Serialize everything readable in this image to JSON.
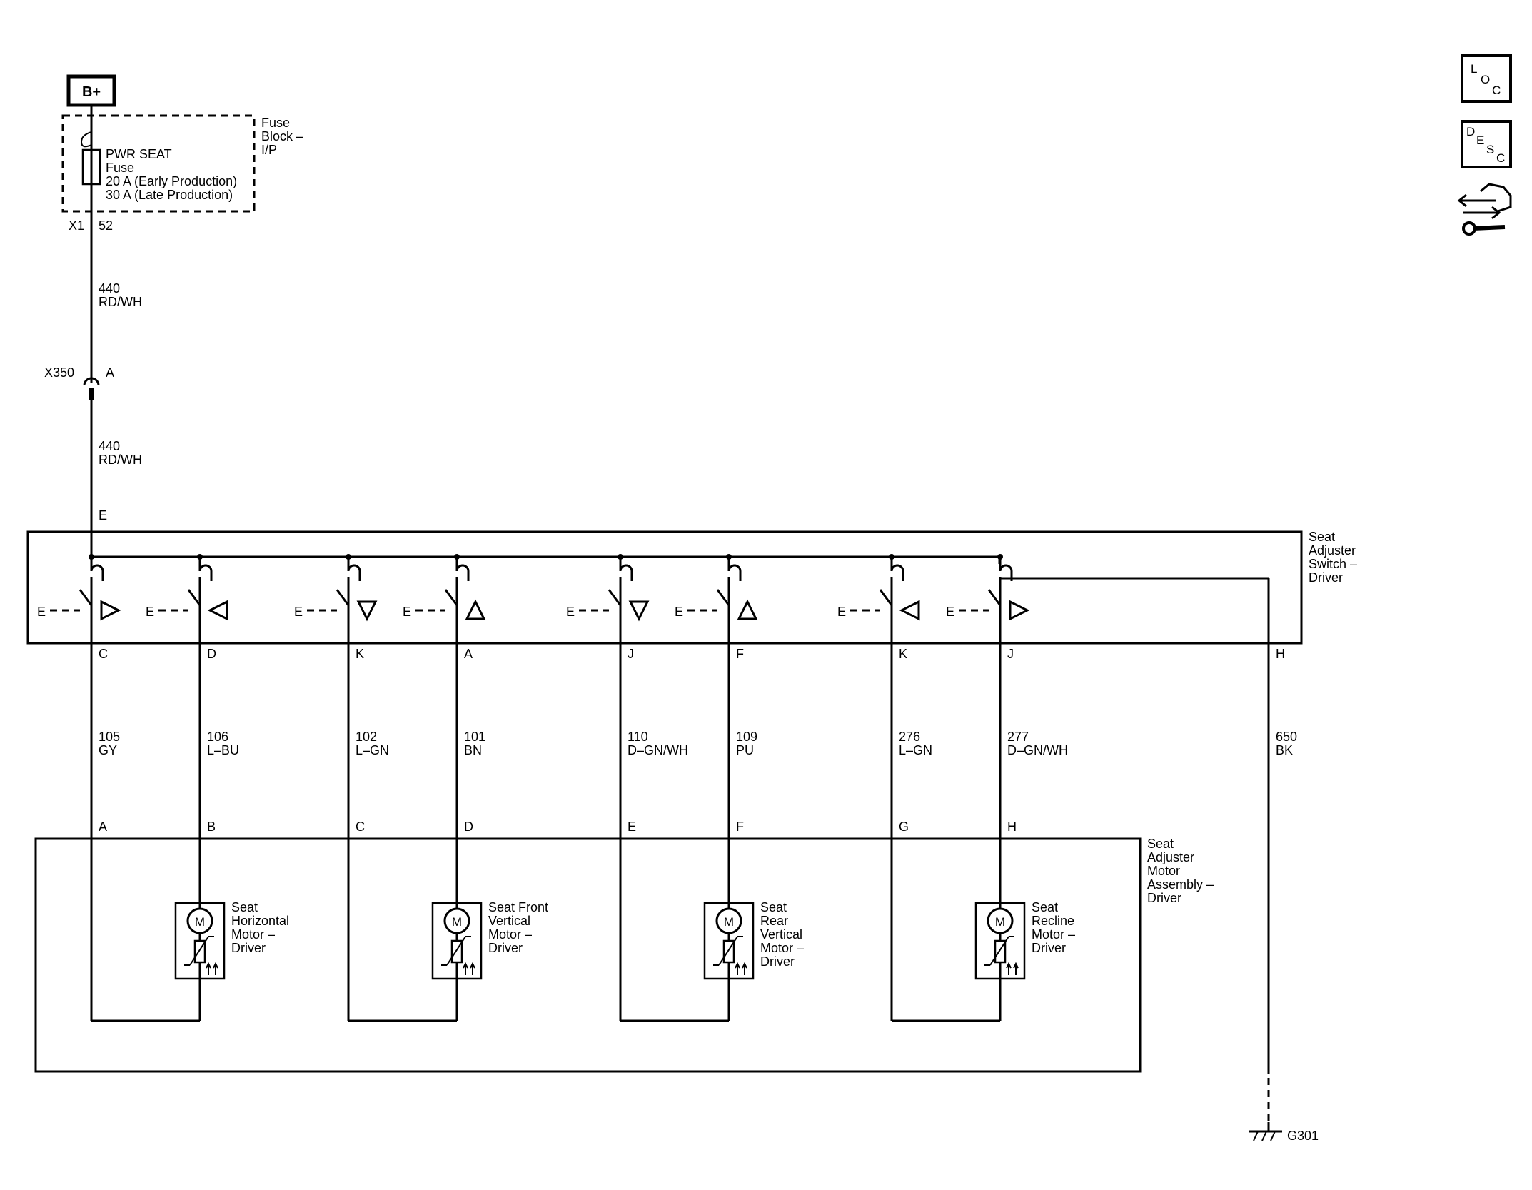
{
  "battery": {
    "label": "B+"
  },
  "fuse_block": {
    "name_lines": [
      "Fuse",
      "Block –",
      "I/P"
    ],
    "fuse_lines": [
      "PWR SEAT",
      "Fuse",
      "20 A (Early Production)",
      "30 A (Late Production)"
    ],
    "connector": "X1",
    "pin": "52"
  },
  "feed_wire_upper": {
    "circuit": "440",
    "color": "RD/WH"
  },
  "inline_connector": {
    "name": "X350",
    "pin": "A"
  },
  "feed_wire_lower": {
    "circuit": "440",
    "color": "RD/WH"
  },
  "switch": {
    "name_lines": [
      "Seat",
      "Adjuster",
      "Switch –",
      "Driver"
    ],
    "feed_pin": "E",
    "contact_glyph": "E",
    "ground_pin": "H"
  },
  "circuits": [
    {
      "switch_pin": "C",
      "circuit": "105",
      "color": "GY",
      "motor_pin": "A",
      "arrow": "right"
    },
    {
      "switch_pin": "D",
      "circuit": "106",
      "color": "L–BU",
      "motor_pin": "B",
      "arrow": "left"
    },
    {
      "switch_pin": "K",
      "circuit": "102",
      "color": "L–GN",
      "motor_pin": "C",
      "arrow": "down"
    },
    {
      "switch_pin": "A",
      "circuit": "101",
      "color": "BN",
      "motor_pin": "D",
      "arrow": "up"
    },
    {
      "switch_pin": "J",
      "circuit": "110",
      "color": "D–GN/WH",
      "motor_pin": "E",
      "arrow": "down"
    },
    {
      "switch_pin": "F",
      "circuit": "109",
      "color": "PU",
      "motor_pin": "F",
      "arrow": "up"
    },
    {
      "switch_pin": "K",
      "circuit": "276",
      "color": "L–GN",
      "motor_pin": "G",
      "arrow": "left"
    },
    {
      "switch_pin": "J",
      "circuit": "277",
      "color": "D–GN/WH",
      "motor_pin": "H",
      "arrow": "right"
    }
  ],
  "ground_wire": {
    "circuit": "650",
    "color": "BK"
  },
  "ground": {
    "name": "G301"
  },
  "motor_assembly": {
    "name_lines": [
      "Seat",
      "Adjuster",
      "Motor",
      "Assembly –",
      "Driver"
    ]
  },
  "motors": [
    {
      "symbol": "M",
      "name_lines": [
        "Seat",
        "Horizontal",
        "Motor –",
        "Driver"
      ]
    },
    {
      "symbol": "M",
      "name_lines": [
        "Seat Front",
        "Vertical",
        "Motor –",
        "Driver"
      ]
    },
    {
      "symbol": "M",
      "name_lines": [
        "Seat",
        "Rear",
        "Vertical",
        "Motor –",
        "Driver"
      ]
    },
    {
      "symbol": "M",
      "name_lines": [
        "Seat",
        "Recline",
        "Motor –",
        "Driver"
      ]
    }
  ],
  "side_icons": {
    "loc": {
      "letters": [
        "L",
        "O",
        "C"
      ]
    },
    "desc": {
      "letters": [
        "D",
        "E",
        "S",
        "C"
      ]
    }
  }
}
